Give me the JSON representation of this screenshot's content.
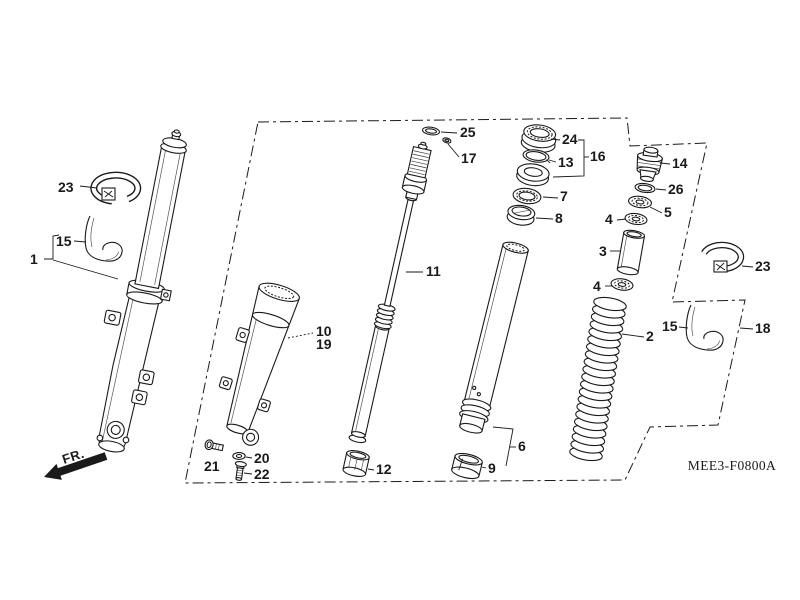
{
  "figure": {
    "kind": "exploded-parts-diagram",
    "code": "MEE3-F0800A",
    "front_marker": "FR.",
    "paper": "#ffffff",
    "ink": "#1a1a1a",
    "callouts": {
      "1": "1",
      "2": "2",
      "3": "3",
      "4": "4",
      "5": "5",
      "6": "6",
      "7": "7",
      "8": "8",
      "9": "9",
      "10": "10",
      "11": "11",
      "12": "12",
      "13": "13",
      "14": "14",
      "15": "15",
      "16": "16",
      "17": "17",
      "18": "18",
      "19": "19",
      "20": "20",
      "21": "21",
      "22": "22",
      "23": "23",
      "24": "24",
      "25": "25",
      "26": "26"
    }
  }
}
